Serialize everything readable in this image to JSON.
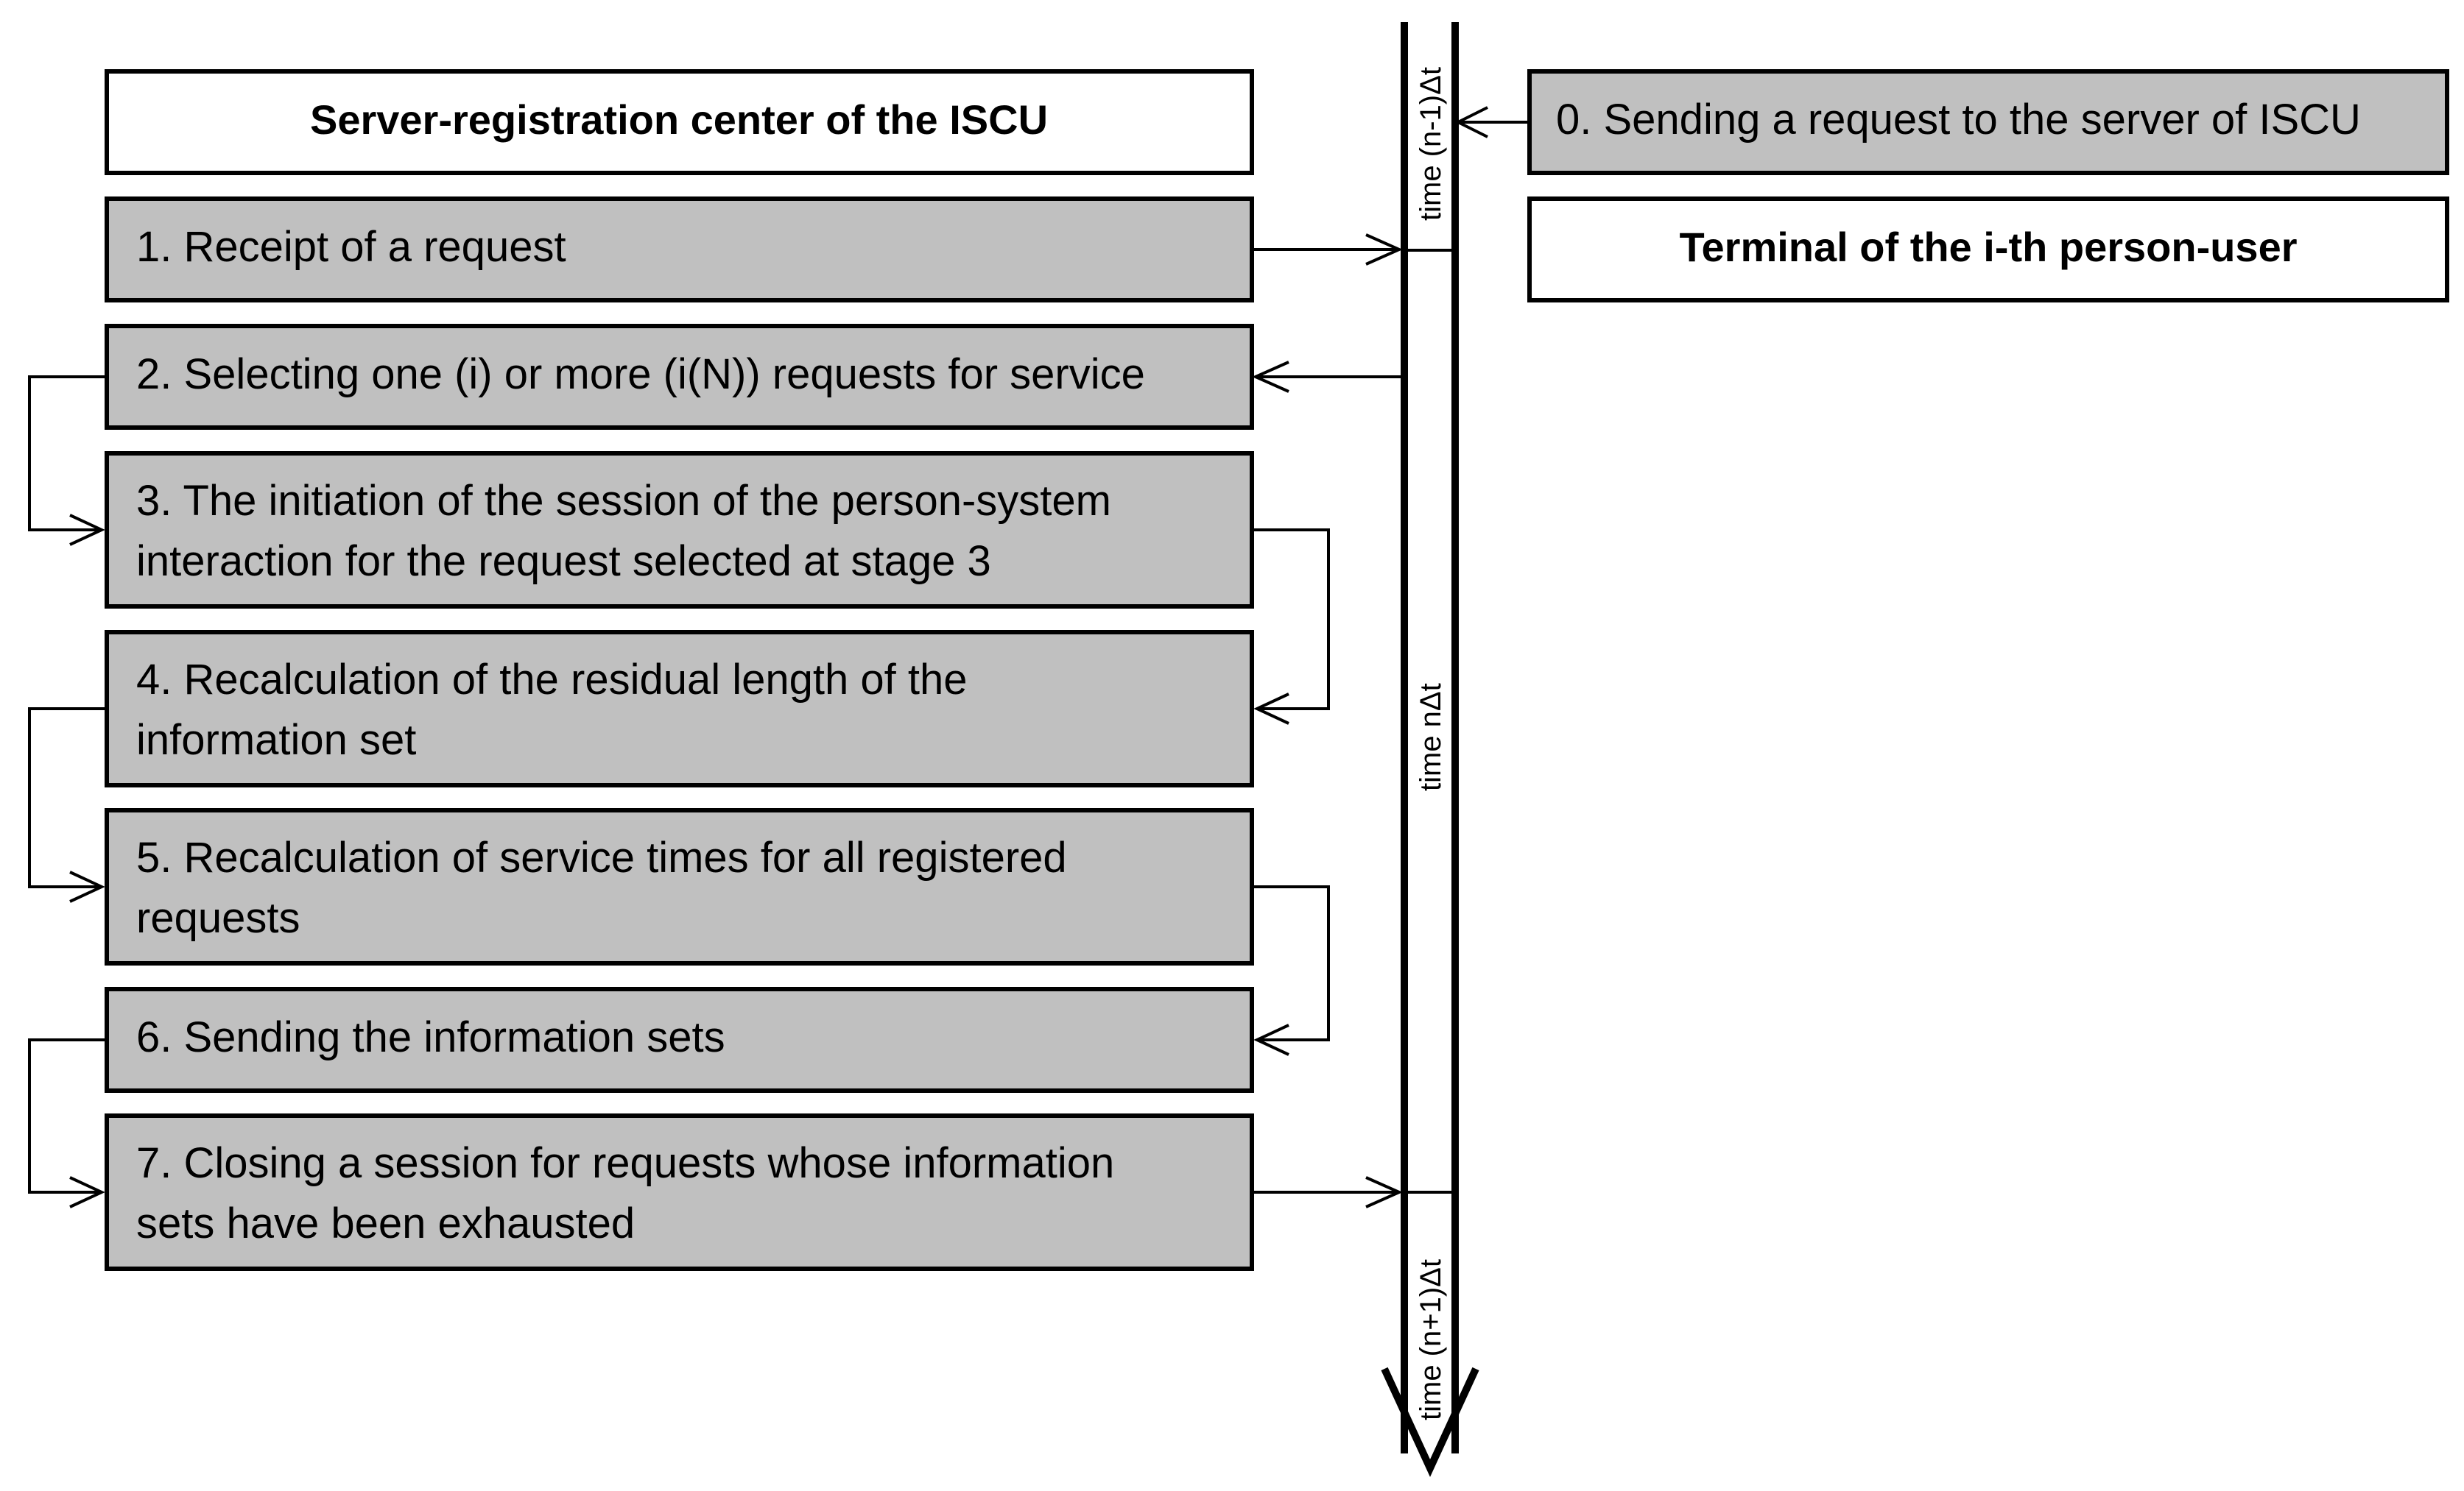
{
  "server": {
    "title": "Server-registration center of the ISCU"
  },
  "terminal": {
    "title": "Terminal of the i-th person-user",
    "step0": "0. Sending a request to the server of ISCU"
  },
  "steps": [
    {
      "lines": [
        "1. Receipt of a request"
      ]
    },
    {
      "lines": [
        "2. Selecting one (i) or more (i(N)) requests for service"
      ]
    },
    {
      "lines": [
        "3. The initiation of the session of the person-system",
        "interaction for the request selected at stage 3"
      ]
    },
    {
      "lines": [
        "4. Recalculation of the residual length of the",
        "information set"
      ]
    },
    {
      "lines": [
        "5. Recalculation of service times for all registered",
        "requests"
      ]
    },
    {
      "lines": [
        "6. Sending the information sets"
      ]
    },
    {
      "lines": [
        "7. Closing a session for requests whose information",
        "sets have been exhausted"
      ]
    }
  ],
  "timeline": {
    "labels": [
      "time (n-1)Δt",
      "time nΔt",
      "time (n+1)Δt"
    ]
  },
  "colors": {
    "step_fill": "#c0c0c0",
    "header_fill": "#ffffff",
    "stroke": "#000000"
  }
}
